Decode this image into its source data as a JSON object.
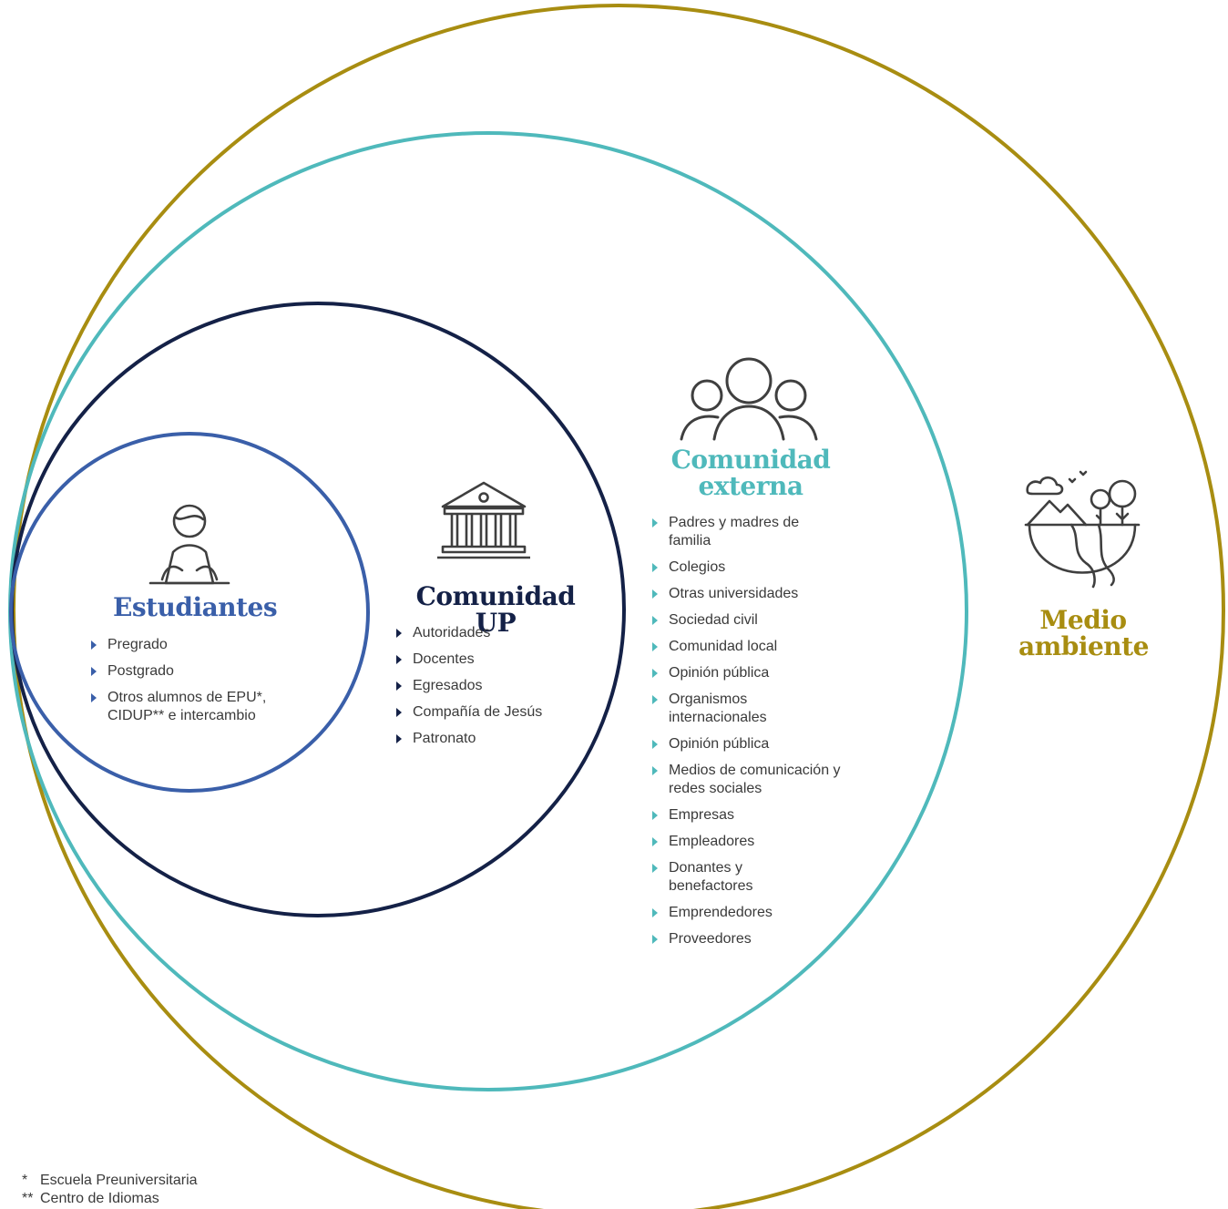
{
  "colors": {
    "medio": "#a88d11",
    "externa": "#4fb9bb",
    "up": "#142147",
    "estudiantes": "#3a5fa9",
    "text": "#3a3a3a",
    "icon": "#3f3f3f"
  },
  "icons": {
    "estudiantes": "student-icon",
    "up": "university-building-icon",
    "externa": "people-group-icon",
    "medio": "landscape-nature-icon"
  },
  "groups": {
    "estudiantes": {
      "title": "Estudiantes",
      "items": [
        "Pregrado",
        "Postgrado",
        "Otros alumnos de EPU*, CIDUP** e intercambio"
      ]
    },
    "up": {
      "title": "Comunidad UP",
      "items": [
        "Autoridades",
        "Docentes",
        "Egresados",
        "Compañía de Jesús",
        "Patronato"
      ]
    },
    "externa": {
      "title": "Comunidad externa",
      "items": [
        "Padres y madres de familia",
        "Colegios",
        "Otras universidades",
        "Sociedad civil",
        "Comunidad local",
        "Opinión pública",
        "Organismos internacionales",
        "Opinión pública",
        "Medios de comunicación y redes sociales",
        "Empresas",
        "Empleadores",
        "Donantes y benefactores",
        "Emprendedores",
        "Proveedores"
      ]
    },
    "medio": {
      "title": "Medio ambiente"
    }
  },
  "footnotes": [
    {
      "mark": "*",
      "text": "Escuela Preuniversitaria"
    },
    {
      "mark": "**",
      "text": "Centro de Idiomas"
    }
  ]
}
